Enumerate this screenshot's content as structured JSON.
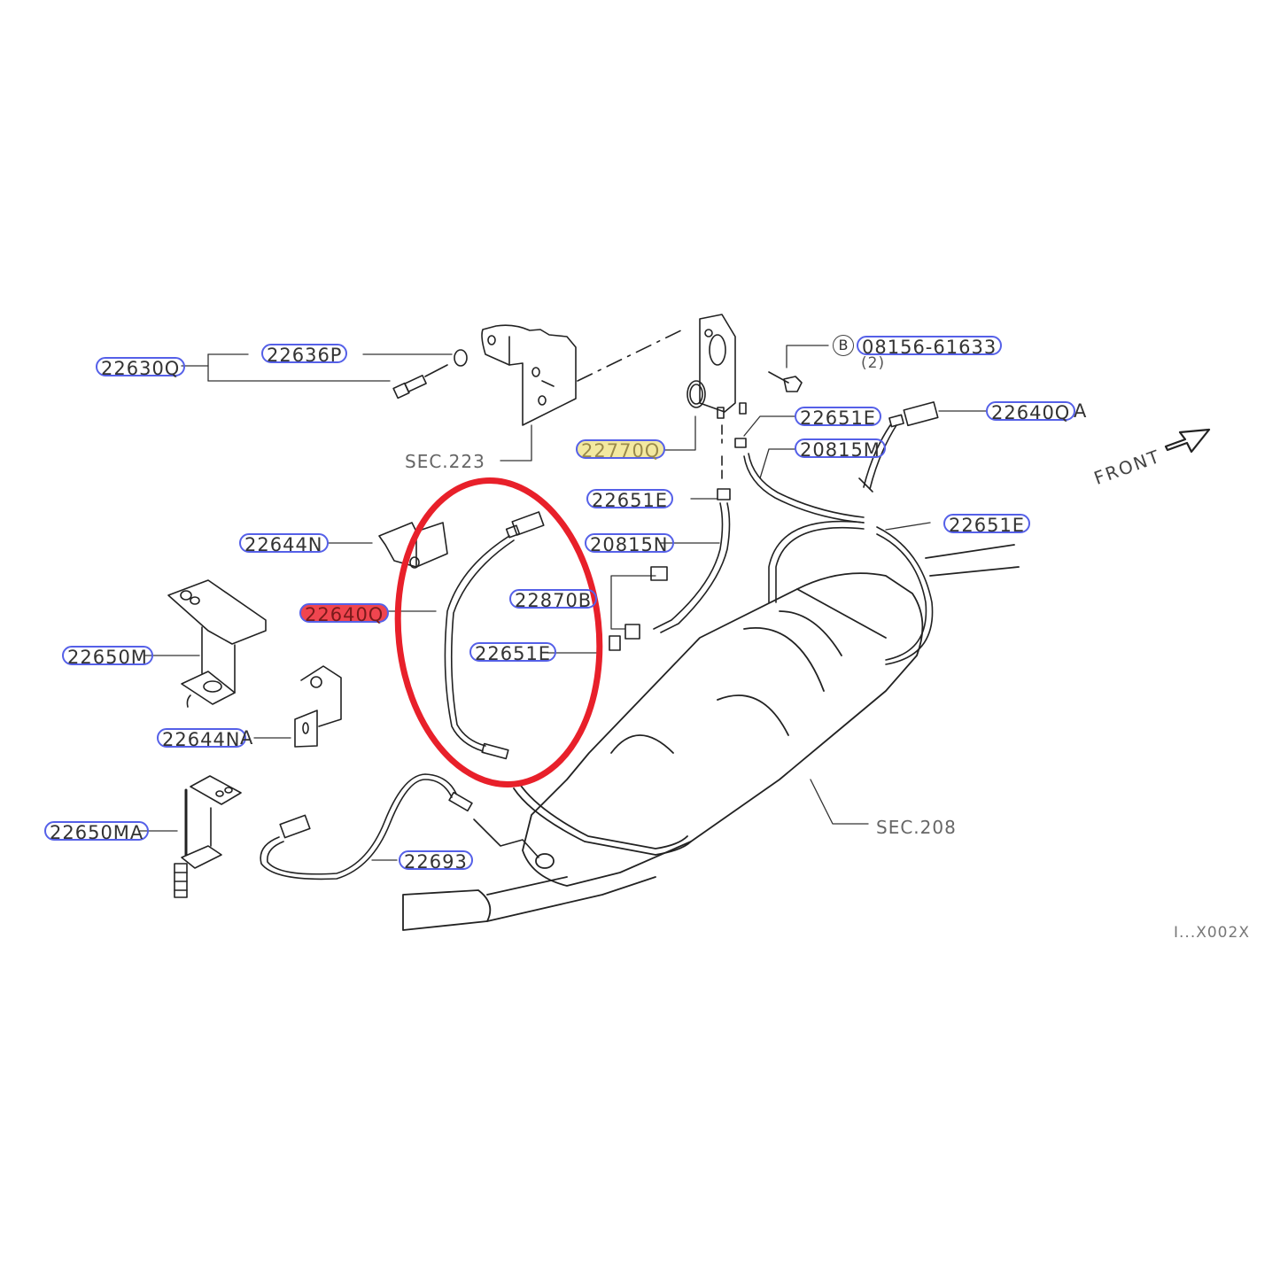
{
  "diagram": {
    "type": "exploded parts diagram",
    "subject": "Exhaust oxygen sensor / heated oxygen sensor and related brackets",
    "front_indicator": "FRONT",
    "figure_code": "I...X002X",
    "highlight": {
      "color": "#e8202a",
      "shape": "ellipse",
      "encircled_part": "22640Q"
    }
  },
  "labels": [
    {
      "id": "22630Q",
      "text": "22630Q",
      "style": "pill"
    },
    {
      "id": "22636P",
      "text": "22636P",
      "style": "pill"
    },
    {
      "id": "08156-61633",
      "text": "08156-61633",
      "prefix": "B",
      "qty": "(2)",
      "style": "pill"
    },
    {
      "id": "22651E-1",
      "text": "22651E",
      "style": "pill"
    },
    {
      "id": "22640QA",
      "text": "22640Q",
      "suffix": "A",
      "style": "pill"
    },
    {
      "id": "22770Q",
      "text": "22770Q",
      "style": "pill-yellow"
    },
    {
      "id": "20815M",
      "text": "20815M",
      "style": "pill"
    },
    {
      "id": "22651E-2",
      "text": "22651E",
      "style": "pill"
    },
    {
      "id": "22651E-3",
      "text": "22651E",
      "style": "pill"
    },
    {
      "id": "22644N",
      "text": "22644N",
      "style": "pill"
    },
    {
      "id": "20815N",
      "text": "20815N",
      "style": "pill"
    },
    {
      "id": "22870B",
      "text": "22870B",
      "style": "pill"
    },
    {
      "id": "22640Q",
      "text": "22640Q",
      "style": "pill-red"
    },
    {
      "id": "22650M",
      "text": "22650M",
      "style": "pill"
    },
    {
      "id": "22651E-4",
      "text": "22651E",
      "style": "pill"
    },
    {
      "id": "22644NA",
      "text": "22644N",
      "suffix": "A",
      "style": "pill"
    },
    {
      "id": "22650MA",
      "text": "22650MA",
      "style": "pill"
    },
    {
      "id": "22693",
      "text": "22693",
      "style": "pill"
    }
  ],
  "section_refs": [
    {
      "id": "sec-223",
      "text": "SEC.223"
    },
    {
      "id": "sec-208",
      "text": "SEC.208"
    }
  ],
  "colors": {
    "callout_outline": "#5560e8",
    "highlight_yellow": "#f3e9a0",
    "highlight_red": "#f0454f",
    "circle_red": "#e8202a",
    "linework": "#222222"
  }
}
